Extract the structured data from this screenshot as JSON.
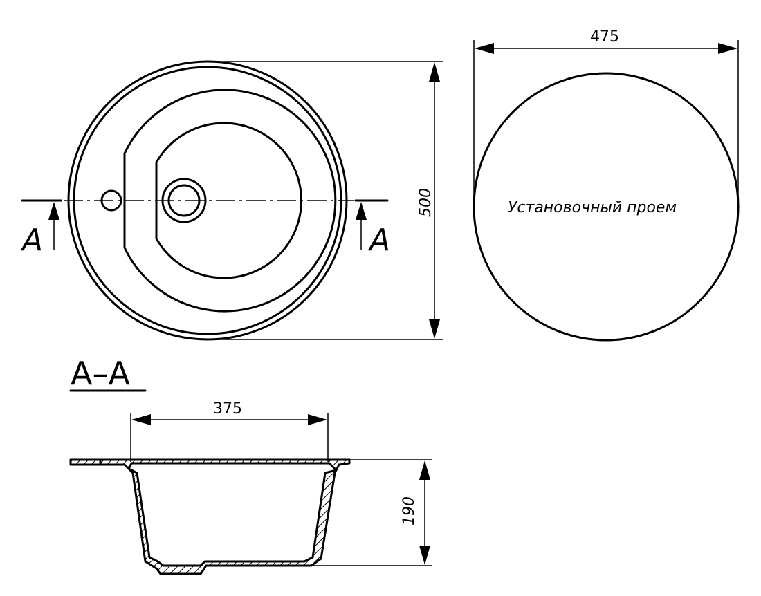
{
  "dimensions": {
    "width_top": "475",
    "height_plan": "500",
    "bowl_width": "375",
    "depth": "190"
  },
  "labels": {
    "cutout": "Установочный проем",
    "section_left": "A",
    "section_right": "A",
    "section_title": "A–A"
  }
}
